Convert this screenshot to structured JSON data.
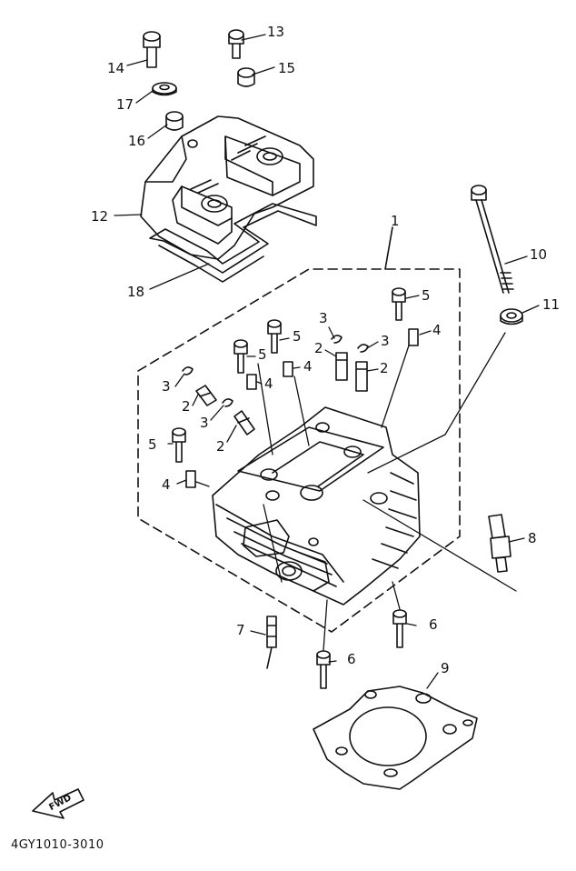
{
  "diagram": {
    "code": "4GY1010-3010",
    "fwd_label": "FWD",
    "callouts": [
      {
        "id": "c1",
        "text": "1"
      },
      {
        "id": "c2a",
        "text": "2"
      },
      {
        "id": "c2b",
        "text": "2"
      },
      {
        "id": "c2c",
        "text": "2"
      },
      {
        "id": "c2d",
        "text": "2"
      },
      {
        "id": "c3a",
        "text": "3"
      },
      {
        "id": "c3b",
        "text": "3"
      },
      {
        "id": "c3c",
        "text": "3"
      },
      {
        "id": "c3d",
        "text": "3"
      },
      {
        "id": "c4a",
        "text": "4"
      },
      {
        "id": "c4b",
        "text": "4"
      },
      {
        "id": "c4c",
        "text": "4"
      },
      {
        "id": "c4d",
        "text": "4"
      },
      {
        "id": "c5a",
        "text": "5"
      },
      {
        "id": "c5b",
        "text": "5"
      },
      {
        "id": "c5c",
        "text": "5"
      },
      {
        "id": "c5d",
        "text": "5"
      },
      {
        "id": "c6a",
        "text": "6"
      },
      {
        "id": "c6b",
        "text": "6"
      },
      {
        "id": "c7",
        "text": "7"
      },
      {
        "id": "c8",
        "text": "8"
      },
      {
        "id": "c9",
        "text": "9"
      },
      {
        "id": "c10",
        "text": "10"
      },
      {
        "id": "c11",
        "text": "11"
      },
      {
        "id": "c12",
        "text": "12"
      },
      {
        "id": "c13",
        "text": "13"
      },
      {
        "id": "c14",
        "text": "14"
      },
      {
        "id": "c15",
        "text": "15"
      },
      {
        "id": "c16",
        "text": "16"
      },
      {
        "id": "c17",
        "text": "17"
      },
      {
        "id": "c18",
        "text": "18"
      }
    ]
  }
}
